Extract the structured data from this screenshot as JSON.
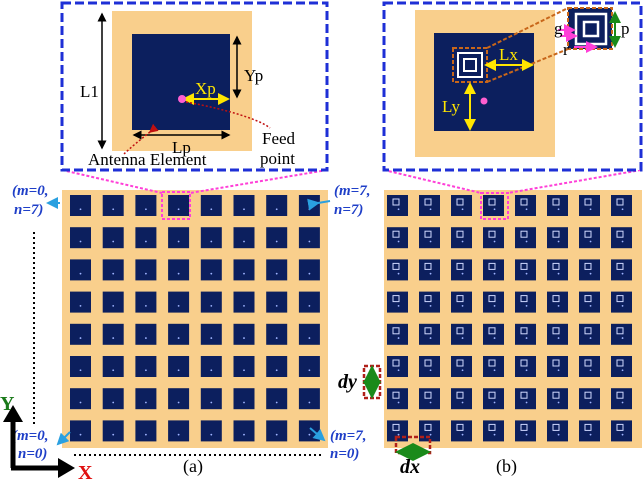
{
  "colors": {
    "substrate": "#f9cf8c",
    "patch": "#0c1f5e",
    "dash_box": "#1e2fd6",
    "zoom_marker": "#ff3fd8",
    "dim_yellow": "#ffe600",
    "dim_black": "#000000",
    "dim_green": "#1a8a1a",
    "dim_red": "#b0201a",
    "corner_label": "#1f3fc8",
    "axis_y": "#1a7a1a",
    "axis_x": "#e01010"
  },
  "grid_a": {
    "rows": 8,
    "cols": 8,
    "caption": "(a)",
    "corner_labels": {
      "top_left": [
        "(m=0,",
        "n=7)"
      ],
      "top_right": [
        "(m=7,",
        "n=7)"
      ],
      "bottom_left": [
        "(m=0,",
        "n=0)"
      ],
      "bottom_right": [
        "(m=7,",
        "n=0)"
      ]
    }
  },
  "grid_b": {
    "rows": 8,
    "cols": 8,
    "caption": "(b)",
    "dy_label": "dy",
    "dx_label": "dx"
  },
  "inset_a": {
    "L1": "L1",
    "Yp": "Yp",
    "Xp": "Xp",
    "Lp": "Lp",
    "feed_line1": "Feed",
    "feed_line2": "point",
    "antenna_element": "Antenna Element"
  },
  "inset_b": {
    "Lx": "Lx",
    "Ly": "Ly",
    "g": "g",
    "p": "p",
    "r": "r"
  },
  "axes": {
    "y": "Y",
    "x": "X"
  }
}
